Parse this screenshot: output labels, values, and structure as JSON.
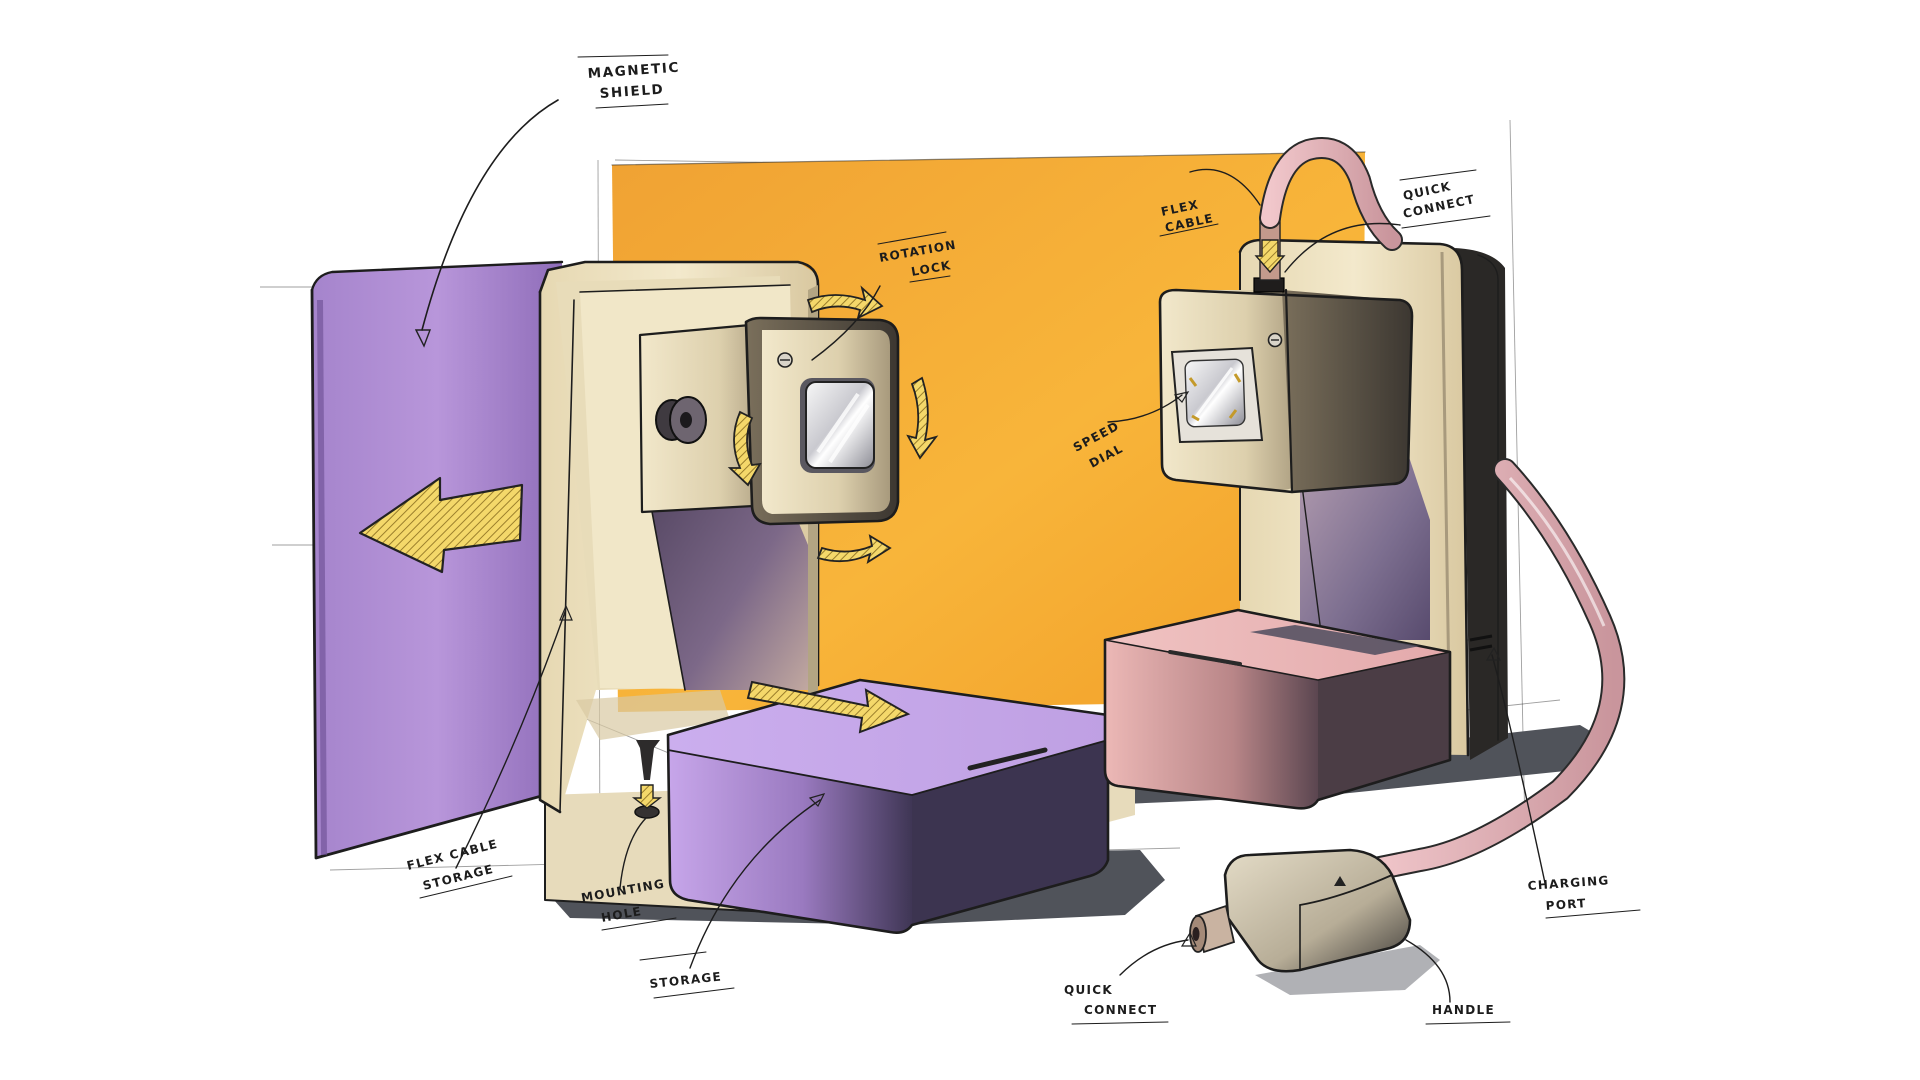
{
  "labels": {
    "magnetic_shield": [
      "MAGNETIC",
      "SHIELD"
    ],
    "rotation_lock": [
      "ROTATION",
      "LOCK"
    ],
    "flex_cable_top": [
      "FLEX",
      "CABLE"
    ],
    "quick_connect_top": [
      "QUICK",
      "CONNECT"
    ],
    "speed_dial": [
      "SPEED",
      "DIAL"
    ],
    "flex_cable_storage": [
      "FLEX CABLE",
      "STORAGE"
    ],
    "mounting_hole": [
      "MOUNTING",
      "HOLE"
    ],
    "storage": "STORAGE",
    "charging_port": [
      "CHARGING",
      "PORT"
    ],
    "quick_connect_bottom": [
      "QUICK",
      "CONNECT"
    ],
    "handle": "HANDLE"
  },
  "colors": {
    "backdrop_orange": "#f7a92c",
    "shield_purple": "#b591d4",
    "storage_purple": "#c7a8e8",
    "frame_cream": "#efe3c3",
    "storage_pink": "#e9b3b3",
    "cable_pink": "#e9b9bf",
    "arrow_yellow": "#f4d86a",
    "shadow_gray": "#4c4f56"
  }
}
